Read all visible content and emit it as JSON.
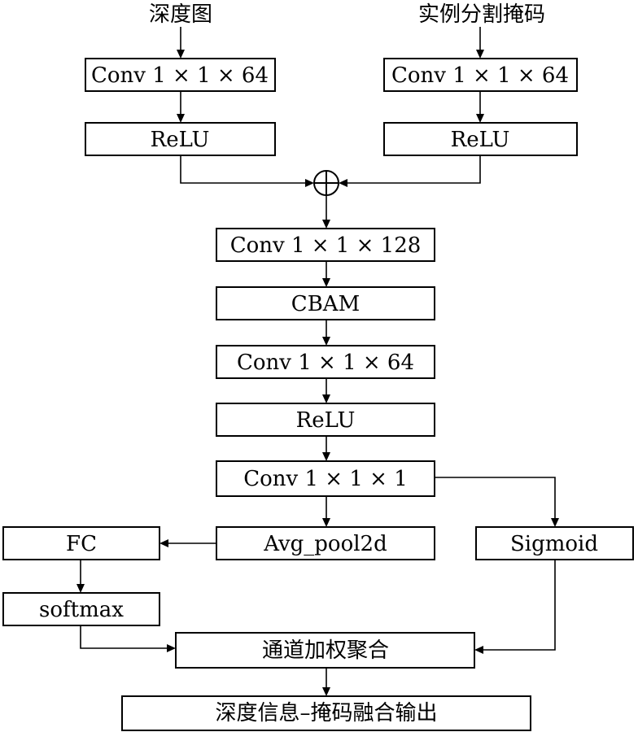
{
  "inputs": {
    "depth": "深度图",
    "mask": "实例分割掩码"
  },
  "nodes": {
    "conv_depth": "Conv 1 × 1 × 64",
    "relu_depth": "ReLU",
    "conv_mask": "Conv 1 × 1 × 64",
    "relu_mask": "ReLU",
    "conv_128": "Conv 1 × 1 × 128",
    "cbam": "CBAM",
    "conv_64": "Conv 1 × 1 × 64",
    "relu_mid": "ReLU",
    "conv_1": "Conv 1 × 1 × 1",
    "avg_pool": "Avg_pool2d",
    "fc": "FC",
    "softmax": "softmax",
    "sigmoid": "Sigmoid",
    "weighted_agg": "通道加权聚合",
    "output": "深度信息–掩码融合输出"
  },
  "operators": {
    "sum": "element-wise addition (⊕)"
  }
}
